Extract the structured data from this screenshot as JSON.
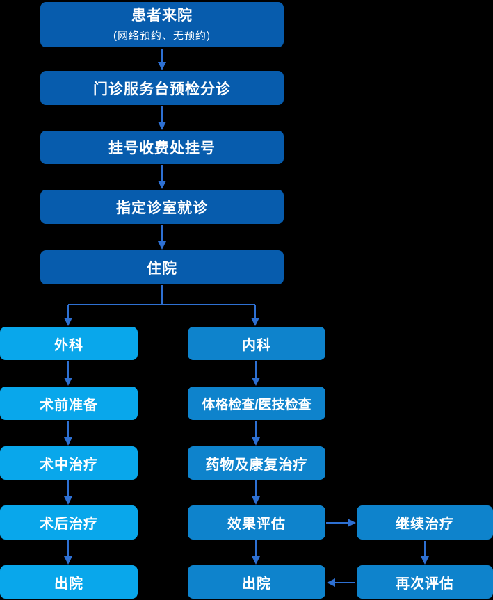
{
  "palette": {
    "background": "#000000",
    "main_box": "#075CAD",
    "medical_box": "#0E83CC",
    "surgical_box": "#09A7EB",
    "arrow": "#2E70D2",
    "text": "#FFFFFF"
  },
  "main_flow": {
    "arrival_title": "患者来院",
    "arrival_subtitle": "(网络预约、无预约)",
    "triage": "门诊服务台预检分诊",
    "registration": "挂号收费处挂号",
    "clinic_visit": "指定诊室就诊",
    "admission": "住院"
  },
  "surgery_branch": {
    "department": "外科",
    "pre_op": "术前准备",
    "intra_op": "术中治疗",
    "post_op": "术后治疗",
    "discharge": "出院"
  },
  "internal_branch": {
    "department": "内科",
    "examination": "体格检查/医技检查",
    "treatment": "药物及康复治疗",
    "evaluation": "效果评估",
    "discharge": "出院"
  },
  "followup_branch": {
    "continue_treatment": "继续治疗",
    "re_evaluation": "再次评估"
  }
}
